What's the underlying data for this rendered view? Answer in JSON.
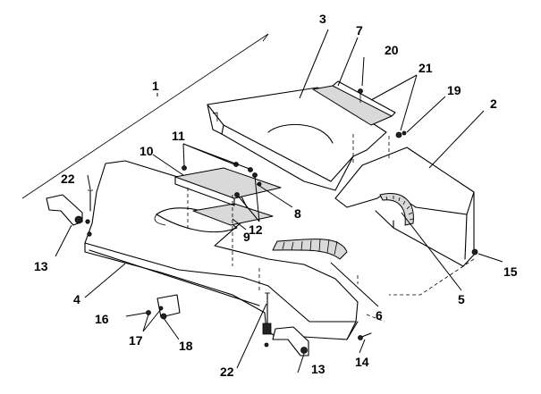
{
  "diagram": {
    "callouts": [
      {
        "id": "c1",
        "text": "1"
      },
      {
        "id": "c2",
        "text": "2"
      },
      {
        "id": "c3",
        "text": "3"
      },
      {
        "id": "c4",
        "text": "4"
      },
      {
        "id": "c5",
        "text": "5"
      },
      {
        "id": "c6",
        "text": "6"
      },
      {
        "id": "c7",
        "text": "7"
      },
      {
        "id": "c8",
        "text": "8"
      },
      {
        "id": "c9",
        "text": "9"
      },
      {
        "id": "c10",
        "text": "10"
      },
      {
        "id": "c11",
        "text": "11"
      },
      {
        "id": "c12",
        "text": "12"
      },
      {
        "id": "c13a",
        "text": "13"
      },
      {
        "id": "c13b",
        "text": "13"
      },
      {
        "id": "c14",
        "text": "14"
      },
      {
        "id": "c15",
        "text": "15"
      },
      {
        "id": "c16",
        "text": "16"
      },
      {
        "id": "c17",
        "text": "17"
      },
      {
        "id": "c18",
        "text": "18"
      },
      {
        "id": "c19",
        "text": "19"
      },
      {
        "id": "c20",
        "text": "20"
      },
      {
        "id": "c21",
        "text": "21"
      },
      {
        "id": "c22a",
        "text": "22"
      },
      {
        "id": "c22b",
        "text": "22"
      }
    ]
  }
}
